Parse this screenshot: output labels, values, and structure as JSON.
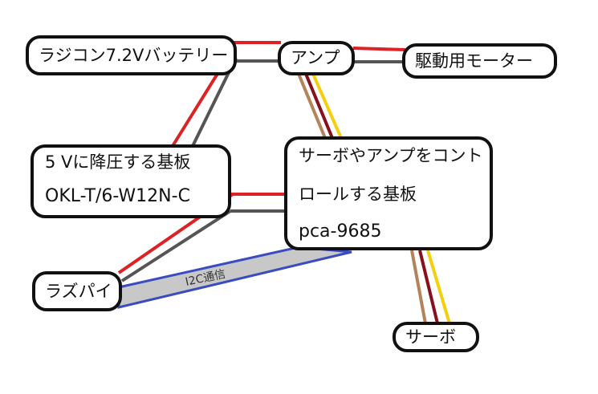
{
  "nodes": {
    "battery": {
      "label": "ラジコン7.2Vバッテリー"
    },
    "amp": {
      "label": "アンプ"
    },
    "motor": {
      "label": "駆動用モーター"
    },
    "regulator": {
      "lines": [
        "5 Vに降圧する基板",
        "OKL-T/6-W12N-C"
      ]
    },
    "pca_board": {
      "lines": [
        "サーボやアンプをコント",
        "ロールする基板",
        "pca-9685"
      ]
    },
    "raspi": {
      "label": "ラズパイ"
    },
    "servo": {
      "label": "サーボ"
    }
  },
  "bus": {
    "label": "I2C通信"
  },
  "wire_colors": {
    "power_pos": "#dd2226",
    "power_neg": "#555555",
    "signal_brown": "#b5835a",
    "signal_dark_red": "#8a0f1c",
    "signal_yellow": "#f5cf0e",
    "i2c_border": "#3b4cc0",
    "i2c_fill": "#c8c8c8"
  }
}
